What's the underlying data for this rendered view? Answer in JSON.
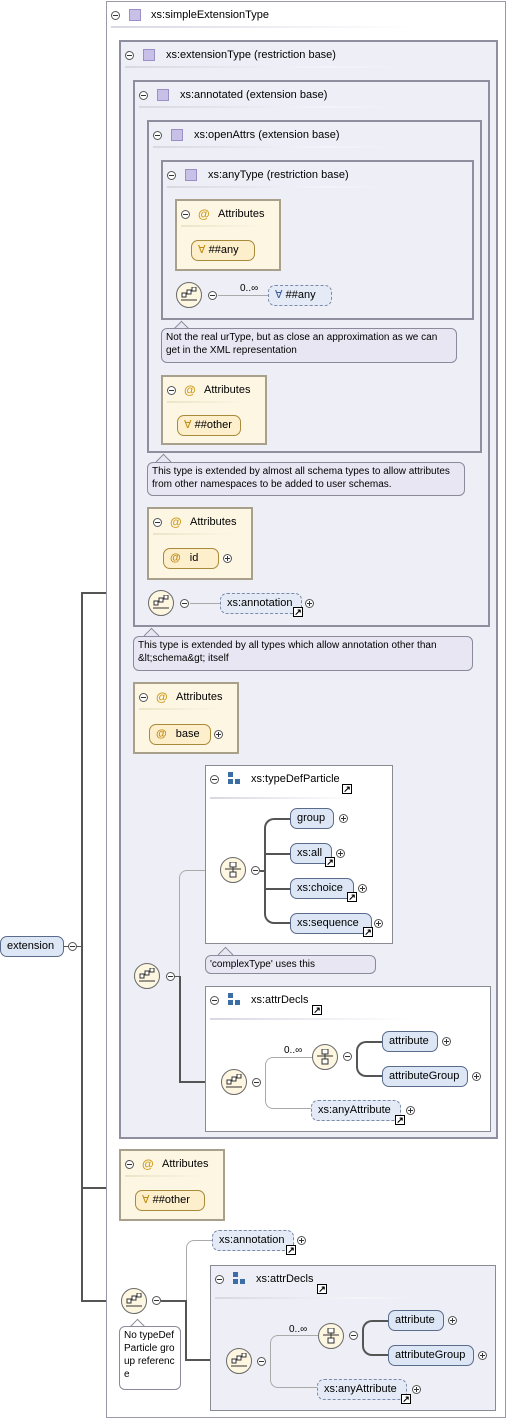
{
  "root": {
    "label": "extension"
  },
  "simpleExtensionType": {
    "title": "xs:simpleExtensionType"
  },
  "extensionType": {
    "title": "xs:extensionType (restriction base)"
  },
  "annotated": {
    "title": "xs:annotated (extension base)"
  },
  "openAttrs": {
    "title": "xs:openAttrs (extension base)"
  },
  "anyType": {
    "title": "xs:anyType (restriction base)",
    "attributes_title": "Attributes",
    "any_attr": "##any",
    "cardinality": "0..∞",
    "any_elem": "##any",
    "note": "Not the real urType, but as close an approximation as we can get in the XML representation"
  },
  "openAttrsAttrs": {
    "title": "Attributes",
    "other": "##other"
  },
  "openAttrsNote": "This type is extended by almost all schema types to allow attributes from other namespaces to be added to user schemas.",
  "annotatedAttrs": {
    "title": "Attributes",
    "id": "id"
  },
  "annotatedSeq": {
    "annotation": "xs:annotation"
  },
  "annotatedNote": "This type is extended by all types which allow annotation other than &lt;schema&gt; itself",
  "extensionAttrs": {
    "title": "Attributes",
    "base": "base"
  },
  "typeDefParticle": {
    "title": "xs:typeDefParticle",
    "items": [
      "group",
      "xs:all",
      "xs:choice",
      "xs:sequence"
    ],
    "note": "'complexType' uses this"
  },
  "attrDecls1": {
    "title": "xs:attrDecls",
    "cardinality": "0..∞",
    "choices": [
      "attribute",
      "attributeGroup"
    ],
    "anyAttribute": "xs:anyAttribute"
  },
  "outerAttrs": {
    "title": "Attributes",
    "other": "##other"
  },
  "bottomSeq": {
    "annotation": "xs:annotation",
    "note": "No typeDefParticle group reference"
  },
  "attrDecls2": {
    "title": "xs:attrDecls",
    "cardinality": "0..∞",
    "choices": [
      "attribute",
      "attributeGroup"
    ],
    "anyAttribute": "xs:anyAttribute"
  },
  "icons": {
    "collapse": "minus-circle-icon",
    "expand": "plus-circle-icon",
    "complex_type": "complex-type-square-icon",
    "attribute": "at-sign-icon",
    "wildcard": "for-all-icon",
    "sequence": "sequence-compositor-icon",
    "choice": "choice-compositor-icon",
    "group": "group-icon",
    "reference": "reference-arrow-icon"
  }
}
